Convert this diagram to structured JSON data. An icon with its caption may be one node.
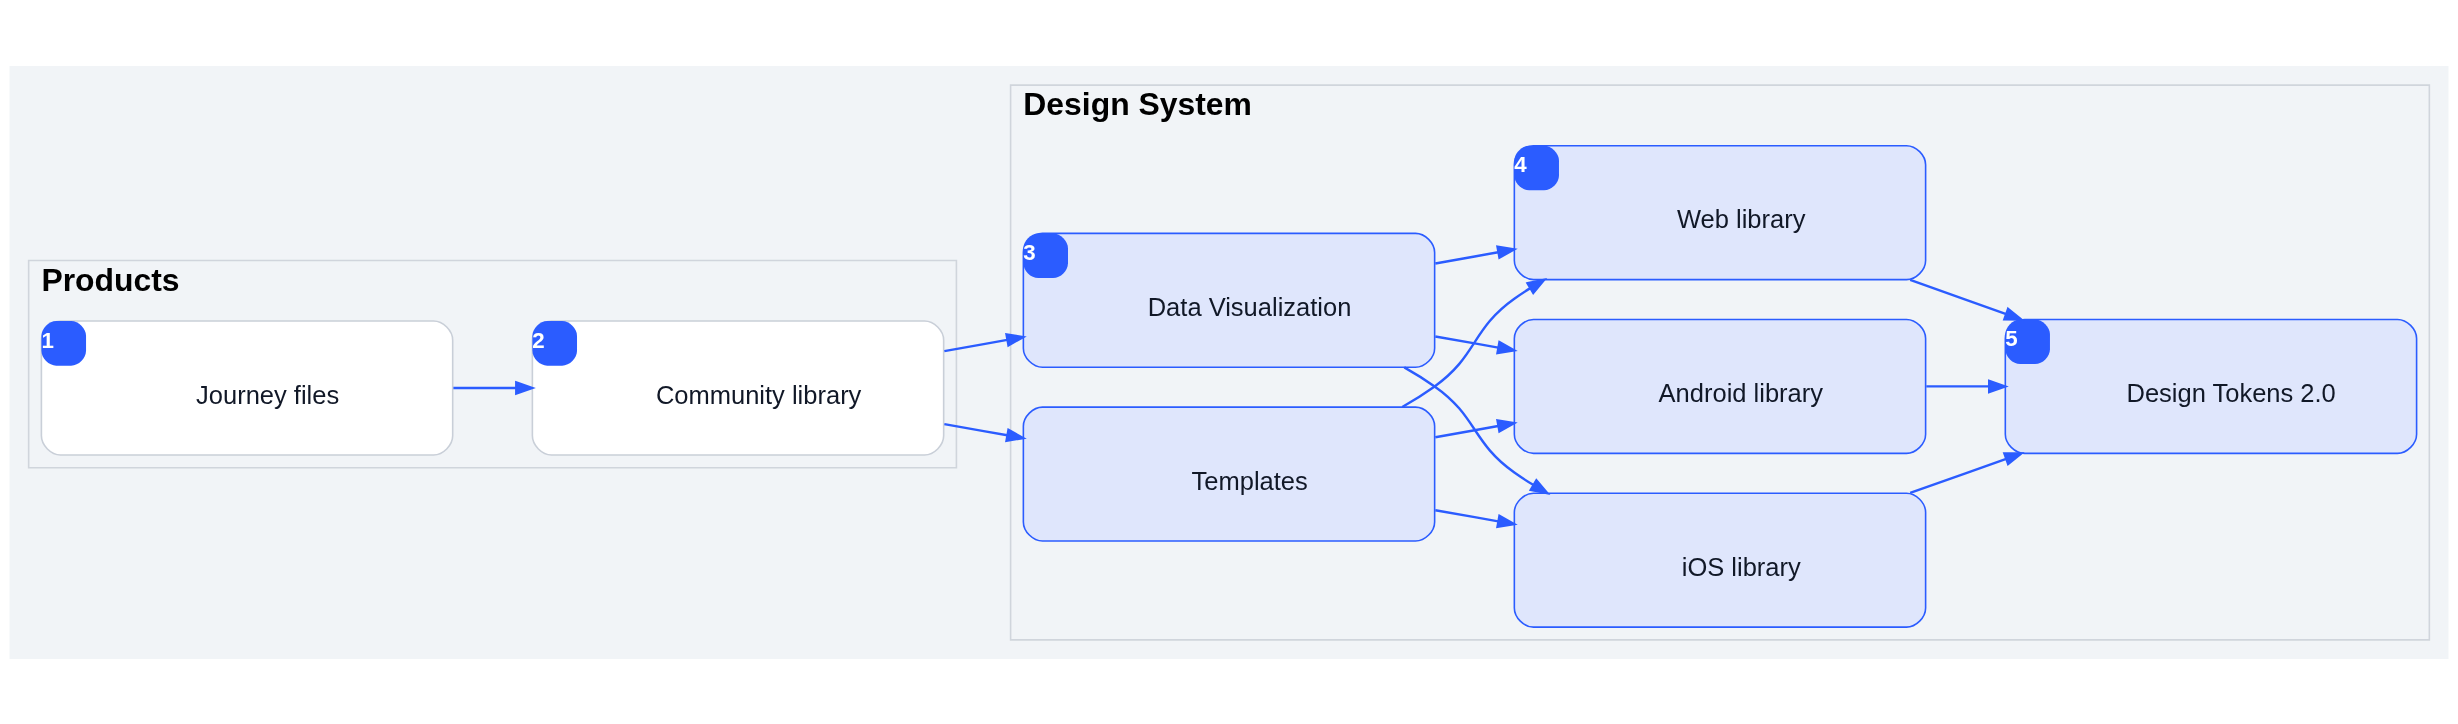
{
  "diagram": {
    "nodes": [
      {
        "text": [
          "Products"
        ]
      },
      {
        "text": [
          "1",
          "Journey files"
        ],
        "in": 0
      },
      {
        "text": [
          "2",
          "Community library"
        ],
        "in": 0
      },
      {
        "text": [
          "Design System"
        ]
      },
      {
        "text": [
          "3",
          "Data Visualization"
        ],
        "in": 3
      },
      {
        "text": [
          "Templates"
        ],
        "in": 3
      },
      {
        "text": [
          "4",
          "Web library"
        ],
        "in": 3
      },
      {
        "text": [
          "iOS library"
        ],
        "in": 3
      },
      {
        "text": [
          "Android library"
        ],
        "in": 3
      },
      {
        "text": [
          "5",
          "Design Tokens 2.0"
        ],
        "in": 3
      }
    ],
    "edges": [
      {
        "from": 1,
        "to": 2,
        "arrow": "to"
      },
      {
        "from": 2,
        "to": 4,
        "arrow": "to"
      },
      {
        "from": 2,
        "to": 5,
        "arrow": "to"
      },
      {
        "from": 4,
        "to": 6,
        "arrow": "to"
      },
      {
        "from": 4,
        "to": 7,
        "arrow": "to"
      },
      {
        "from": 4,
        "to": 8,
        "arrow": "to"
      },
      {
        "from": 5,
        "to": 6,
        "arrow": "to"
      },
      {
        "from": 5,
        "to": 7,
        "arrow": "to"
      },
      {
        "from": 5,
        "to": 8,
        "arrow": "to"
      },
      {
        "from": 6,
        "to": 9,
        "arrow": "to"
      },
      {
        "from": 7,
        "to": 9,
        "arrow": "to"
      },
      {
        "from": 8,
        "to": 9,
        "arrow": "to"
      }
    ]
  }
}
